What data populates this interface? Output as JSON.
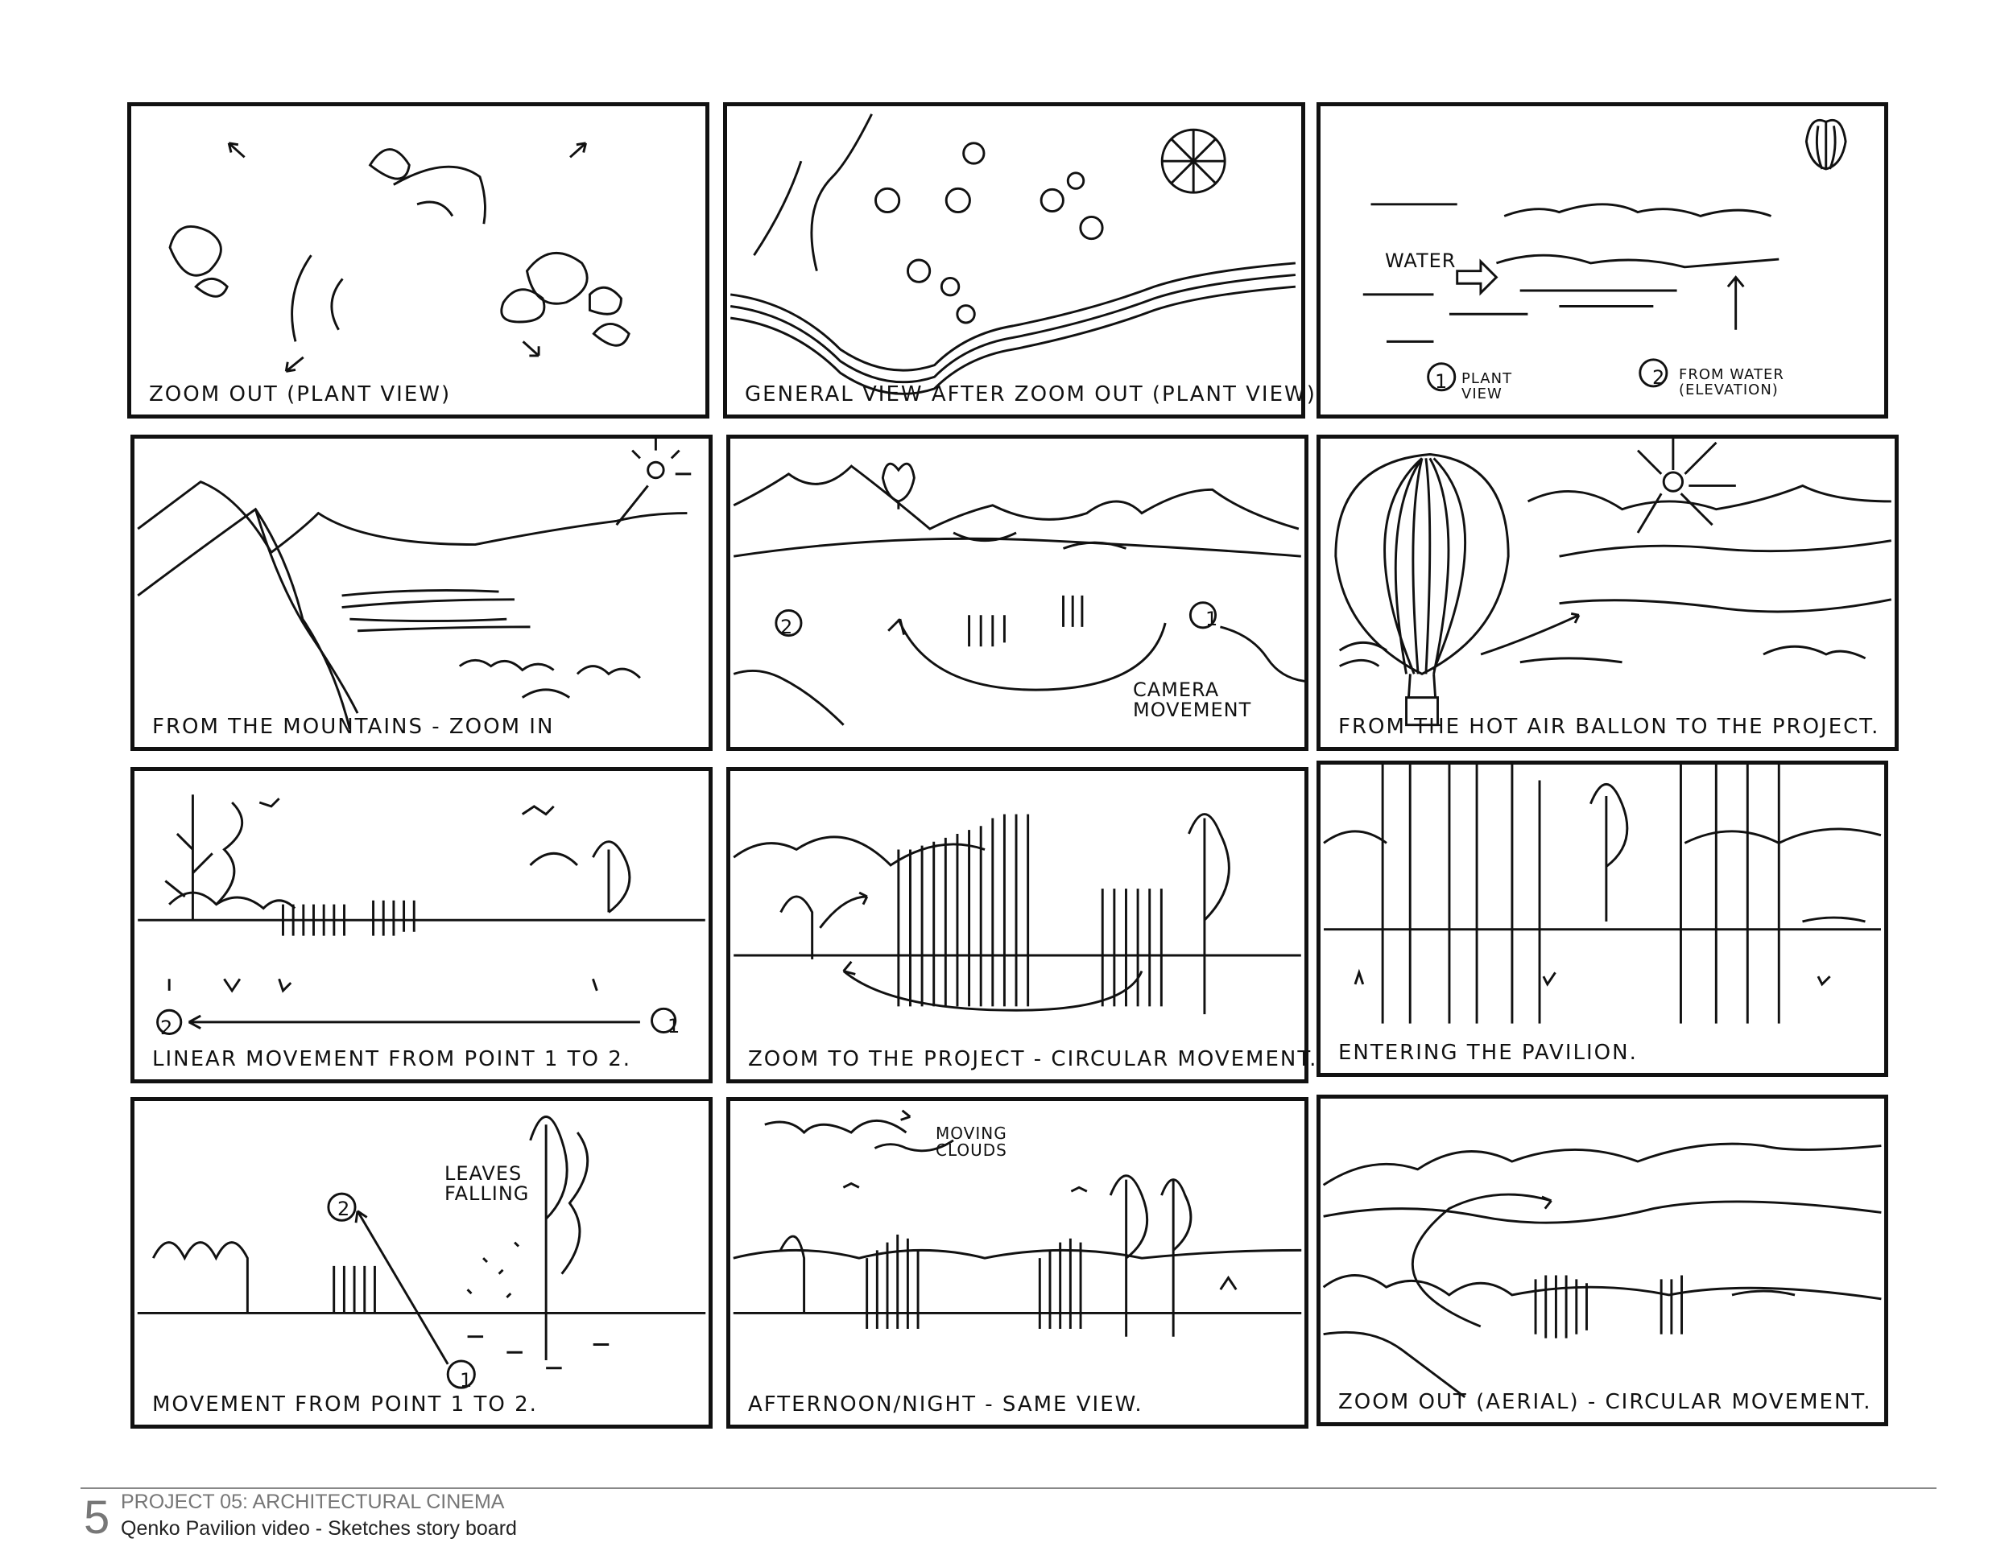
{
  "panels": [
    {
      "caption": "ZOOM OUT (PLANT VIEW)"
    },
    {
      "caption": "GENERAL VIEW AFTER ZOOM OUT (PLANT VIEW)"
    },
    {
      "caption": "",
      "notes": {
        "water": "WATER",
        "one": "1",
        "plant_view": "PLANT\nVIEW",
        "two": "2",
        "from_water": "FROM WATER\n(ELEVATION)"
      }
    },
    {
      "caption": "FROM THE MOUNTAINS - ZOOM IN"
    },
    {
      "caption": "",
      "notes": {
        "one": "1",
        "two": "2",
        "camera": "CAMERA\nMOVEMENT"
      }
    },
    {
      "caption": "FROM THE HOT AIR BALLON TO THE PROJECT."
    },
    {
      "caption": "LINEAR MOVEMENT FROM POINT 1 TO 2.",
      "notes": {
        "one": "1",
        "two": "2"
      }
    },
    {
      "caption": "ZOOM TO THE PROJECT - CIRCULAR MOVEMENT."
    },
    {
      "caption": "ENTERING THE PAVILION."
    },
    {
      "caption": "MOVEMENT FROM POINT 1 TO 2.",
      "notes": {
        "one": "1",
        "two": "2",
        "leaves": "LEAVES\nFALLING"
      }
    },
    {
      "caption": "AFTERNOON/NIGHT - SAME VIEW.",
      "notes": {
        "clouds": "MOVING\nCLOUDS"
      }
    },
    {
      "caption": "ZOOM OUT (AERIAL) - CIRCULAR MOVEMENT."
    }
  ],
  "footer": {
    "page_number": "5",
    "title": "PROJECT 05: ARCHITECTURAL CINEMA",
    "subtitle": "Qenko Pavilion video - Sketches story board"
  }
}
